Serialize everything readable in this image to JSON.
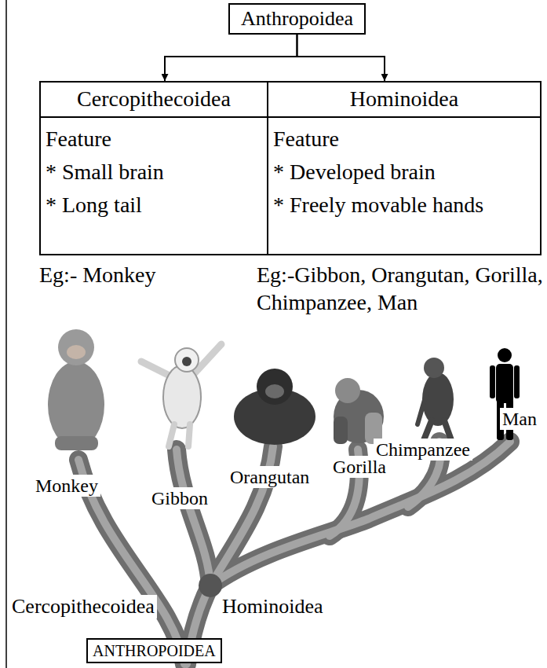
{
  "diagram": {
    "nodes": [
      {
        "text": [
          "Anthropoidea"
        ]
      },
      {
        "text": [
          "Cercopithecoidea"
        ]
      },
      {
        "text": [
          "Hominoidea"
        ]
      },
      {
        "text": [
          "Feature",
          "* Small brain",
          "* Long tail"
        ]
      },
      {
        "text": [
          "Feature",
          "* Developed brain",
          "* Freely movable hands"
        ]
      },
      {
        "text": [
          "ANTHROPOIDEA"
        ]
      }
    ],
    "edges": [
      {
        "from": 0,
        "to": 1,
        "arrow": "to"
      },
      {
        "from": 0,
        "to": 2,
        "arrow": "to"
      }
    ],
    "labels": [
      "Eg:- Monkey",
      "Eg:-Gibbon, Orangutan, Gorilla, Chimpanzee, Man",
      "Monkey",
      "Gibbon",
      "Orangutan",
      "Gorilla",
      "Chimpanzee",
      "Man",
      "Cercopithecoidea",
      "Hominoidea"
    ]
  }
}
